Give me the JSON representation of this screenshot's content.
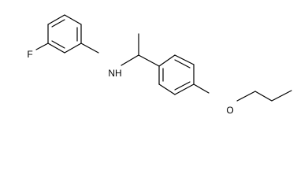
{
  "molecule": {
    "atoms": {
      "fluorine": "F",
      "amine": "NH",
      "ether_oxygen": "O"
    }
  }
}
